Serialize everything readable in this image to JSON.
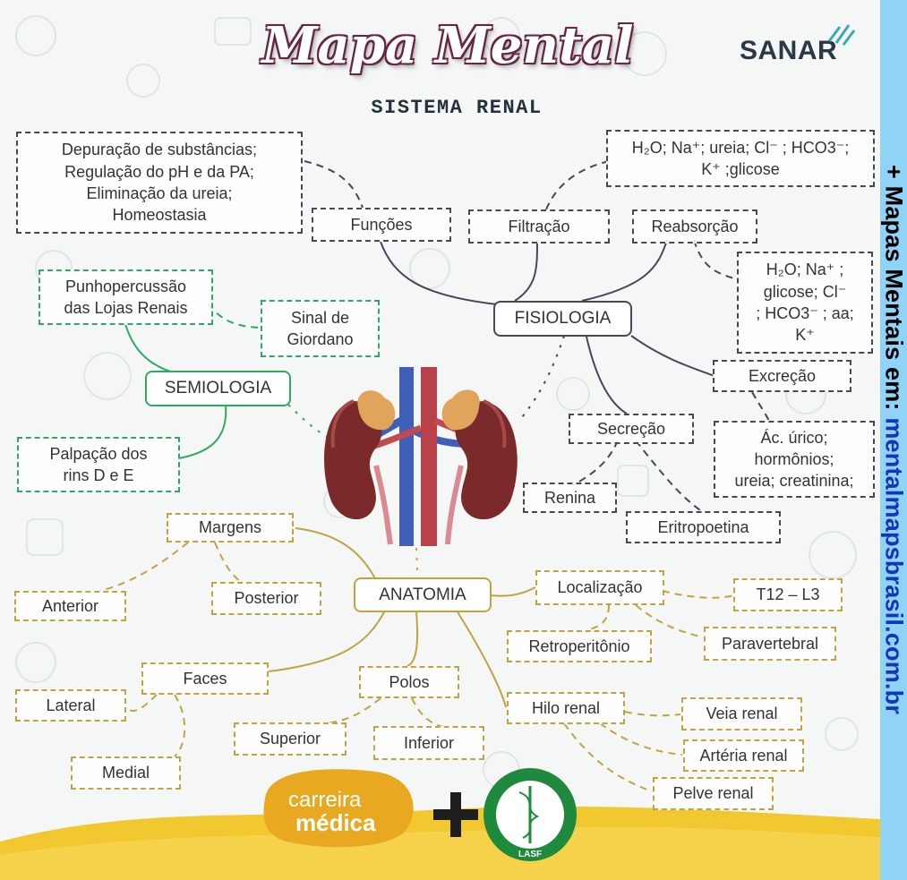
{
  "header": {
    "title": "Mapa Mental",
    "subtitle": "SISTEMA RENAL",
    "logo_text": "SANAR"
  },
  "sidebar": {
    "prefix": "+ Mapas Mentais em: ",
    "url": "mentalmapsbrasil.com.br"
  },
  "nodes": {
    "fisiologia": "FISIOLOGIA",
    "semiologia": "SEMIOLOGIA",
    "anatomia": "ANATOMIA",
    "funcoes": "Funções",
    "funcoes_desc": "Depuração de substâncias;\nRegulação do pH e da PA;\nEliminação da ureia;\nHomeostasia",
    "filtracao": "Filtração",
    "filtracao_desc": "H₂O; Na⁺; ureia; Cl⁻ ; HCO3⁻;\nK⁺ ;glicose",
    "reabsorcao": "Reabsorção",
    "reabsorcao_desc": "H₂O; Na⁺ ;\nglicose; Cl⁻\n; HCO3⁻ ; aa;\nK⁺",
    "excrecao": "Excreção",
    "excrecao_desc": "Ác. úrico;\nhormônios;\nureia; creatinina;",
    "secrecao": "Secreção",
    "renina": "Renina",
    "eritropoetina": "Eritropoetina",
    "punho": "Punhopercussão\ndas Lojas Renais",
    "giordano": "Sinal de\nGiordano",
    "palpacao": "Palpação dos\nrins D e E",
    "margens": "Margens",
    "anterior": "Anterior",
    "posterior": "Posterior",
    "faces": "Faces",
    "lateral": "Lateral",
    "medial": "Medial",
    "polos": "Polos",
    "superior": "Superior",
    "inferior": "Inferior",
    "localizacao": "Localização",
    "t12": "T12 – L3",
    "retroperitonio": "Retroperitônio",
    "paravertebral": "Paravertebral",
    "hilo": "Hilo renal",
    "veia": "Veia renal",
    "arteria": "Artéria renal",
    "pelve": "Pelve renal"
  },
  "footer": {
    "brand_line1": "carreira",
    "brand_line2": "médica",
    "plus": "+",
    "badge_text": "LASF"
  },
  "colors": {
    "fisiologia": "#4a4557",
    "semiologia": "#2faa62",
    "anatomia": "#c2a340",
    "sidebar": "#8fd3f6",
    "title_outline": "#6b2848",
    "footer_yellow": "#f2c830"
  }
}
